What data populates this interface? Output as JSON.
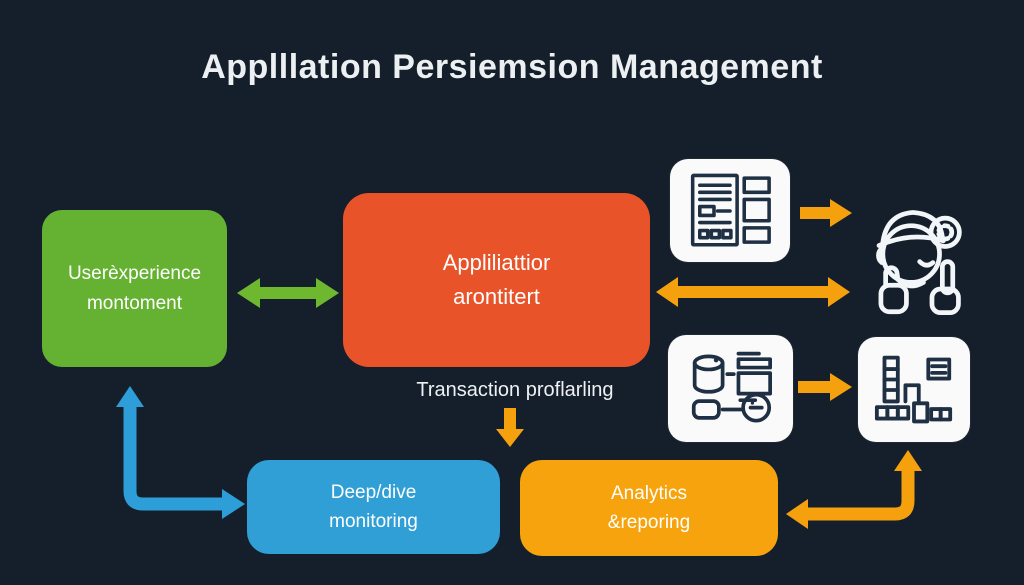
{
  "title": "Applllation Persiemsion Management",
  "background_color": "#141f2b",
  "nodes": {
    "user_experience": {
      "line1": "Userèxperience",
      "line2": "montoment",
      "color": "#65b232"
    },
    "application": {
      "line1": "Appliliattior",
      "line2": "arontitert",
      "color": "#e85329"
    },
    "deep_dive": {
      "line1": "Deep/dive",
      "line2": "monitoring",
      "color": "#2f9fd6"
    },
    "analytics": {
      "line1": "Analytics",
      "line2": "&reporing",
      "color": "#f6a30d"
    }
  },
  "labels": {
    "transaction_profiling": "Transaction proflarling"
  },
  "icons": {
    "report_form": "report-form-icon",
    "data_pipeline": "data-pipeline-icon",
    "bar_chart": "bar-chart-icon",
    "person": "person-thumbs-up-icon"
  },
  "arrow_colors": {
    "green": "#6db82f",
    "orange": "#f5a10d",
    "blue": "#2e9ed8"
  }
}
